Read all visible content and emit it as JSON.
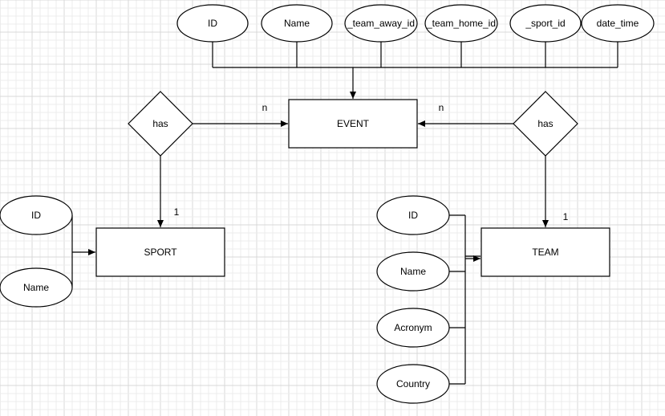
{
  "diagram": {
    "colors": {
      "stroke": "#000000",
      "fill": "#ffffff",
      "grid_minor": "#ececec",
      "grid_major": "#d9d9d9"
    },
    "entities": {
      "event": "EVENT",
      "sport": "SPORT",
      "team": "TEAM"
    },
    "relationships": {
      "sport_event": "has",
      "team_event": "has"
    },
    "event_attributes": {
      "id": "ID",
      "name": "Name",
      "team_away_id": "_team_away_id",
      "team_home_id": "_team_home_id",
      "sport_id": "_sport_id",
      "date_time": "date_time"
    },
    "sport_attributes": {
      "id": "ID",
      "name": "Name"
    },
    "team_attributes": {
      "id": "ID",
      "name": "Name",
      "acronym": "Acronym",
      "country": "Country"
    },
    "cardinalities": {
      "sport_side_event": "n",
      "team_side_event": "n",
      "sport_side": "1",
      "team_side": "1"
    }
  }
}
